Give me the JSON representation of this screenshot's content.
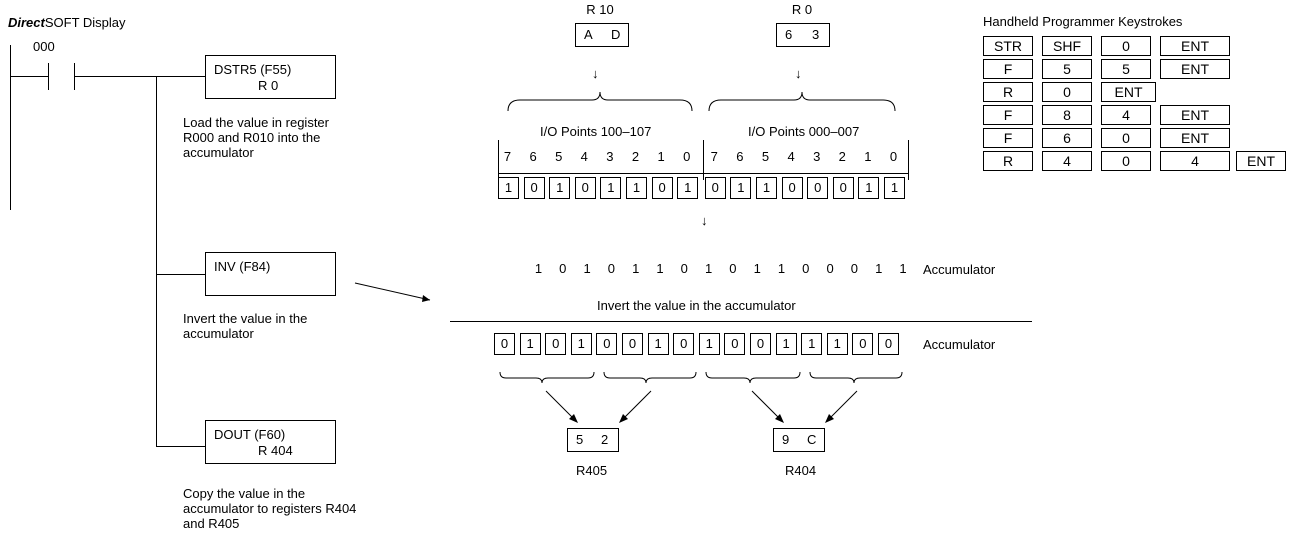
{
  "ladder": {
    "title_bold": "Direct",
    "title_rest": "SOFT Display",
    "rung_number": "000",
    "box1": {
      "line1": "DSTR5 (F55)",
      "line2": "R 0"
    },
    "desc1": [
      "Load the value in register",
      "R000 and R010 into the",
      "accumulator"
    ],
    "box2": {
      "line1": "INV (F84)"
    },
    "desc2": [
      "Invert the value in the",
      "accumulator"
    ],
    "box3": {
      "line1": "DOUT (F60)",
      "line2": "R 404"
    },
    "desc3": [
      "Copy the value in the",
      "accumulator to registers R404",
      "and R405"
    ]
  },
  "registers_top": {
    "r10": {
      "label": "R 10",
      "d1": "A",
      "d2": "D"
    },
    "r0": {
      "label": "R 0",
      "d1": "6",
      "d2": "3"
    }
  },
  "io": {
    "left_title": "I/O Points 100–107",
    "right_title": "I/O Points 000–007",
    "bit_numbers": [
      "7",
      "6",
      "5",
      "4",
      "3",
      "2",
      "1",
      "0",
      "7",
      "6",
      "5",
      "4",
      "3",
      "2",
      "1",
      "0"
    ],
    "bits": [
      "1",
      "0",
      "1",
      "0",
      "1",
      "1",
      "0",
      "1",
      "0",
      "1",
      "1",
      "0",
      "0",
      "0",
      "1",
      "1"
    ]
  },
  "accumulator": {
    "label": "Accumulator",
    "before": [
      "1",
      "0",
      "1",
      "0",
      "1",
      "1",
      "0",
      "1",
      "0",
      "1",
      "1",
      "0",
      "0",
      "0",
      "1",
      "1"
    ],
    "invert_text": "Invert the value in the accumulator",
    "after": [
      "0",
      "1",
      "0",
      "1",
      "0",
      "0",
      "1",
      "0",
      "1",
      "0",
      "0",
      "1",
      "1",
      "1",
      "0",
      "0"
    ],
    "label2": "Accumulator"
  },
  "registers_bottom": {
    "r405": {
      "label": "R405",
      "d1": "5",
      "d2": "2"
    },
    "r404": {
      "label": "R404",
      "d1": "9",
      "d2": "C"
    }
  },
  "keystrokes": {
    "title": "Handheld Programmer Keystrokes",
    "rows": [
      [
        "STR",
        "SHF",
        "0",
        "ENT"
      ],
      [
        "F",
        "5",
        "5",
        "ENT"
      ],
      [
        "R",
        "0",
        "ENT"
      ],
      [
        "F",
        "8",
        "4",
        "ENT"
      ],
      [
        "F",
        "6",
        "0",
        "ENT"
      ],
      [
        "R",
        "4",
        "0",
        "4",
        "ENT"
      ]
    ]
  }
}
